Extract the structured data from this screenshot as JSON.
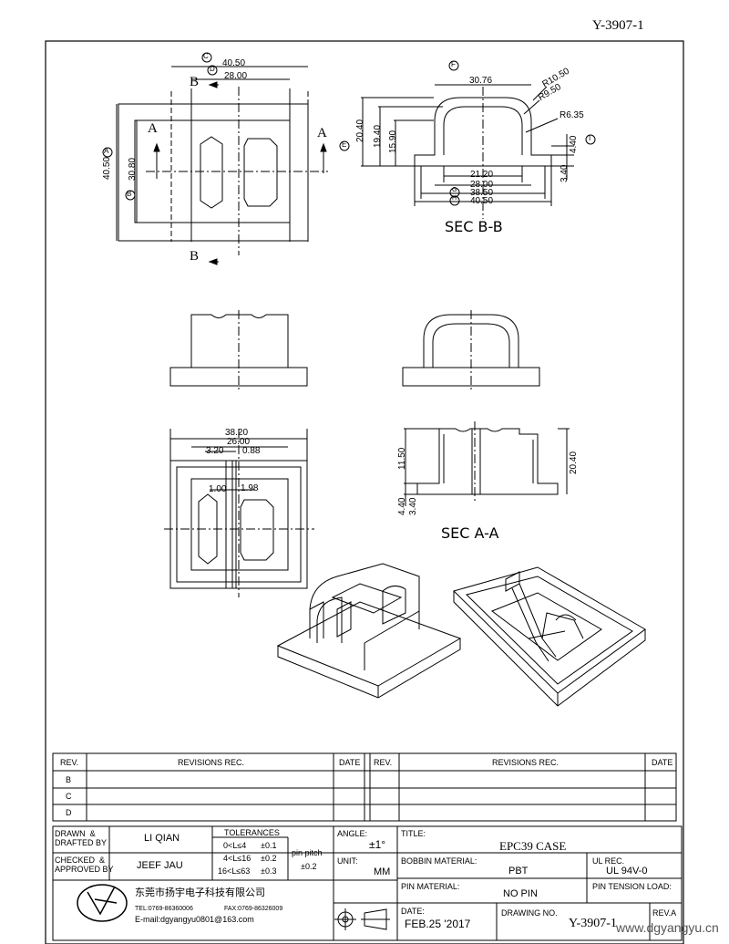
{
  "doc_number_top": "Y-3907-1",
  "watermark": "www.dgyangyu.cn",
  "top_view": {
    "labels": {
      "b_top": "B",
      "b_bottom": "B",
      "a_left": "A",
      "a_right": "A"
    },
    "dims": {
      "d1": "40.50",
      "d2": "28.00",
      "d3": "40.50",
      "d4": "30.80"
    },
    "callouts": {
      "c": "C",
      "d": "D",
      "a": "A",
      "b": "B"
    }
  },
  "sec_bb": {
    "title": "SEC  B-B",
    "dims": {
      "d_30_76": "30.76",
      "r10_50": "R10.50",
      "r9_50": "R9.50",
      "r6_35": "R6.35",
      "d_20_40": "20.40",
      "d_19_40": "19.40",
      "d_15_90": "15.90",
      "d_4_40": "4.40",
      "d_3_40": "3.40",
      "d_21_20": "21.20",
      "d_28_00": "28.00",
      "d_38_50": "38.50",
      "d_40_50": "40.50"
    },
    "callouts": {
      "f": "F",
      "e": "E",
      "i": "I",
      "g": "G",
      "h": "H"
    }
  },
  "bottom_view": {
    "dims": {
      "d_38_20": "38.20",
      "d_26_00": "26.00",
      "d_3_20": "3.20",
      "d_0_88": "0.88",
      "d_1_00": "1.00",
      "d_1_98": "1.98"
    }
  },
  "sec_aa": {
    "title": "SEC  A-A",
    "dims": {
      "d_11_50": "11.50",
      "d_20_40": "20.40",
      "d_4_40": "4.40",
      "d_3_40": "3.40"
    }
  },
  "revisions": {
    "headers": {
      "rev": "REV.",
      "rec": "REVISIONS   REC.",
      "date": "DATE"
    },
    "rows": [
      "B",
      "C",
      "D"
    ]
  },
  "title_block": {
    "drawn_label": "DRAWN  &\nDRAFTED BY",
    "drawn_value": "LI QIAN",
    "checked_label": "CHECKED  &\nAPPROVED BY",
    "checked_value": "JEEF JAU",
    "tolerances_header": "TOLERANCES",
    "tol_rows": [
      {
        "range": "0<L≤4",
        "tol": "±0.1"
      },
      {
        "range": "4<L≤16",
        "tol": "±0.2"
      },
      {
        "range": "16<L≤63",
        "tol": "±0.3"
      }
    ],
    "pin_pitch_label": "pin pitch",
    "pin_pitch_value": "±0.2",
    "angle_label": "ANGLE:",
    "angle_value": "±1°",
    "unit_label": "UNIT:",
    "unit_value": "MM",
    "title_label": "TITLE:",
    "title_value": "EPC39 CASE",
    "bobbin_label": "BOBBIN MATERIAL:",
    "bobbin_value": "PBT",
    "ul_label": "UL REC.",
    "ul_value": "UL 94V-0",
    "pin_material_label": "PIN MATERIAL:",
    "pin_material_value": "NO PIN",
    "pin_tension_label": "PIN TENSION LOAD:",
    "date_label": "DATE:",
    "date_value": "FEB.25 '2017",
    "drawing_no_label": "DRAWING NO.",
    "drawing_no_value": "Y-3907-1",
    "rev_label": "REV.A",
    "company_name": "东莞市扬宇电子科技有限公司",
    "company_tel": "TEL:0769-86360006",
    "company_fax": "FAX:0769-86326009",
    "company_email": "E-mail:dgyangyu0801@163.com"
  }
}
